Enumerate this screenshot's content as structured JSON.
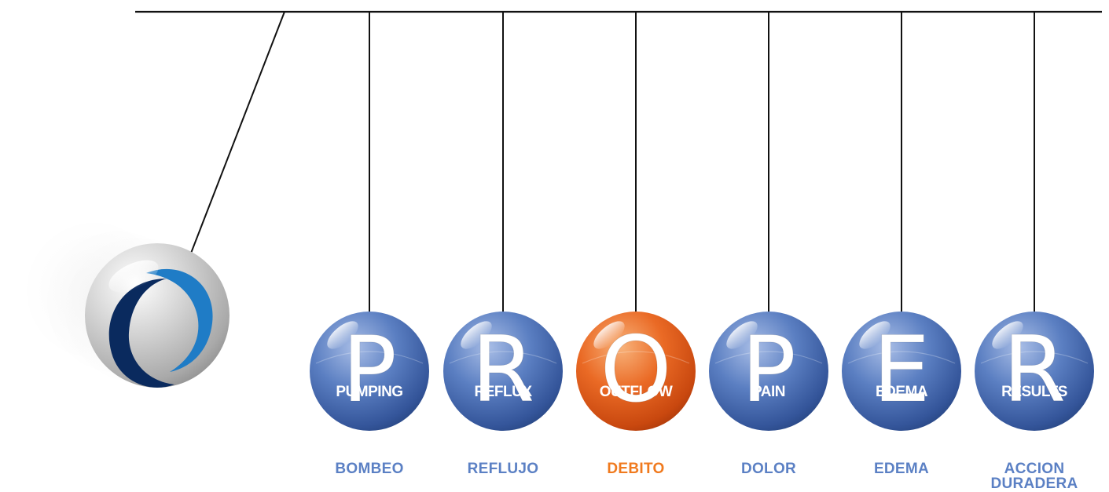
{
  "colors": {
    "rod": "#111111",
    "blue_ball": "#4a6fb4",
    "blue_ball_light": "#9db3e0",
    "orange_ball": "#e0561b",
    "orange_ball_light": "#f59a5e",
    "caption_blue": "#5b80c4",
    "caption_orange": "#f07a1e",
    "logo_dark": "#0a2a5e",
    "logo_light": "#1f7cc6",
    "silver_ball": "#c8c8c8"
  },
  "swing_ball": {
    "icon": "logo-crescent-icon"
  },
  "balls": [
    {
      "letter": "P",
      "word": "PUMPING",
      "caption_lines": [
        "BOMBEO"
      ],
      "highlight": false
    },
    {
      "letter": "R",
      "word": "REFLUX",
      "caption_lines": [
        "REFLUJO"
      ],
      "highlight": false
    },
    {
      "letter": "O",
      "word": "OUTFLOW",
      "caption_lines": [
        "DEBITO"
      ],
      "highlight": true
    },
    {
      "letter": "P",
      "word": "PAIN",
      "caption_lines": [
        "DOLOR"
      ],
      "highlight": false
    },
    {
      "letter": "E",
      "word": "EDEMA",
      "caption_lines": [
        "EDEMA"
      ],
      "highlight": false
    },
    {
      "letter": "R",
      "word": "RESULTS",
      "caption_lines": [
        "ACCION",
        "DURADERA"
      ],
      "highlight": false
    }
  ]
}
